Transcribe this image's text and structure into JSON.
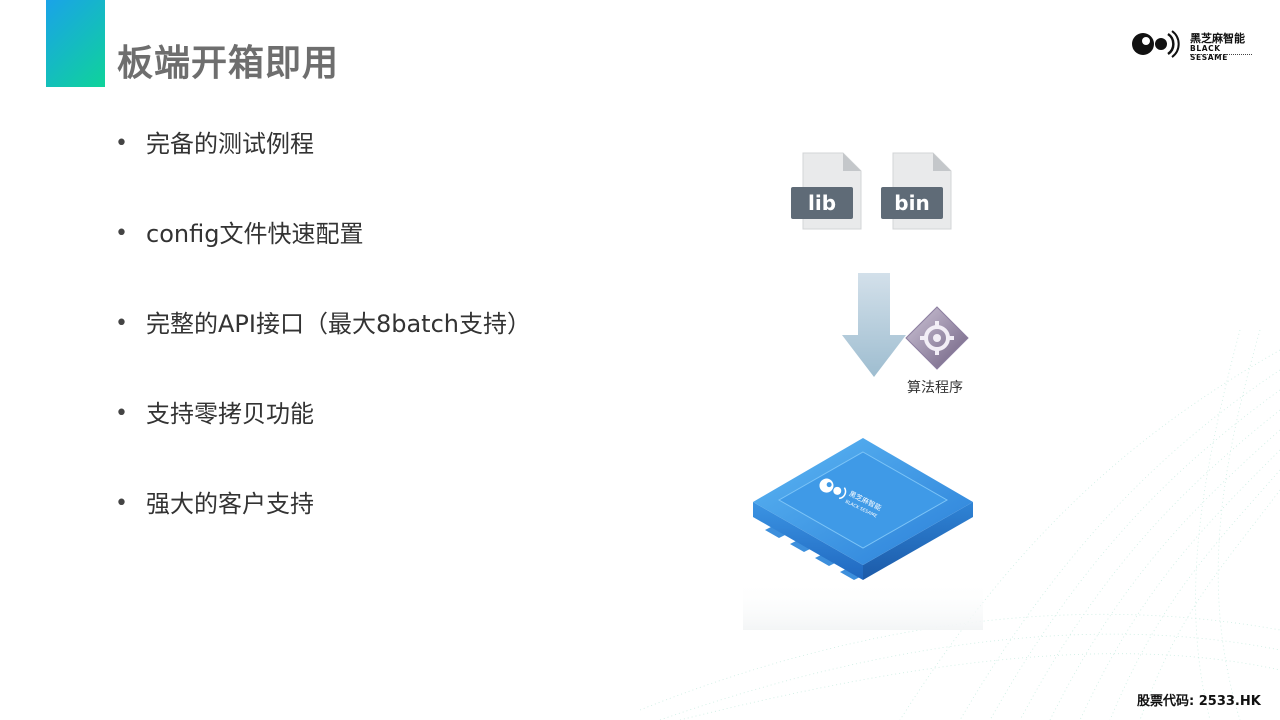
{
  "slide": {
    "title": "板端开箱即用",
    "bullets": [
      "完备的测试例程",
      "config文件快速配置",
      "完整的API接口（最大8batch支持）",
      "支持零拷贝功能",
      "强大的客户支持"
    ]
  },
  "logo": {
    "name_cn": "黑芝麻智能",
    "name_en": "BLACK SESAME"
  },
  "diagram": {
    "file1": "lib",
    "file2": "bin",
    "algorithm_label": "算法程序",
    "chip_logo_cn": "黑芝麻智能",
    "chip_logo_en": "BLACK SESAME"
  },
  "footer": {
    "ticker": "股票代码: 2533.HK"
  },
  "colors": {
    "accent_start": "#1aa3e8",
    "accent_end": "#0fd39a",
    "chip_blue": "#2f8fe0",
    "file_label": "#5f6b77",
    "arrow": "#a9c4d6"
  }
}
